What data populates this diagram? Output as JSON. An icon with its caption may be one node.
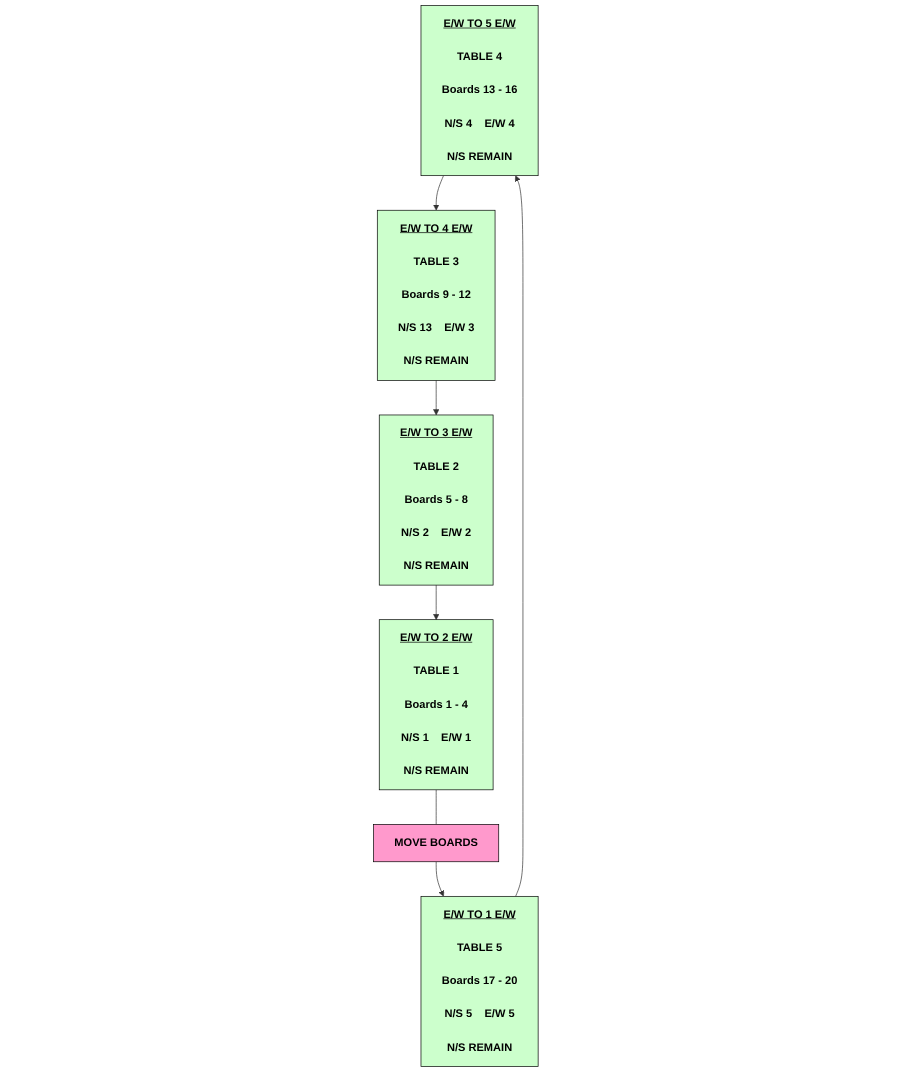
{
  "diagram": {
    "nodes": [
      {
        "text": [
          "E/W TO 5 E/W",
          "TABLE 4",
          "Boards 13 - 16",
          "N/S 4",
          "E/W 4",
          "N/S REMAIN"
        ]
      },
      {
        "text": [
          "E/W TO 1 E/W",
          "TABLE 5",
          "Boards 17 - 20",
          "N/S 5",
          "E/W 5",
          "N/S REMAIN"
        ]
      },
      {
        "text": [
          "E/W TO 4 E/W",
          "TABLE 3",
          "Boards 9 - 12",
          "N/S 13",
          "E/W 3",
          "N/S REMAIN"
        ]
      },
      {
        "text": [
          "E/W TO 3 E/W",
          "TABLE 2",
          "Boards 5 - 8",
          "N/S 2",
          "E/W 2",
          "N/S REMAIN"
        ]
      },
      {
        "text": [
          "E/W TO 2 E/W",
          "TABLE 1",
          "Boards 1 - 4",
          "N/S 1",
          "E/W 1",
          "N/S REMAIN"
        ]
      },
      {
        "text": [
          "MOVE BOARDS"
        ]
      }
    ],
    "edges": [
      {
        "from": 1,
        "to": 0,
        "arrow": "to"
      },
      {
        "from": 0,
        "to": 2,
        "arrow": "to"
      },
      {
        "from": 2,
        "to": 3,
        "arrow": "to"
      },
      {
        "from": 3,
        "to": 4,
        "arrow": "to"
      },
      {
        "from": 4,
        "to": 5,
        "arrow": "none"
      },
      {
        "from": 5,
        "to": 1,
        "arrow": "to"
      }
    ]
  }
}
